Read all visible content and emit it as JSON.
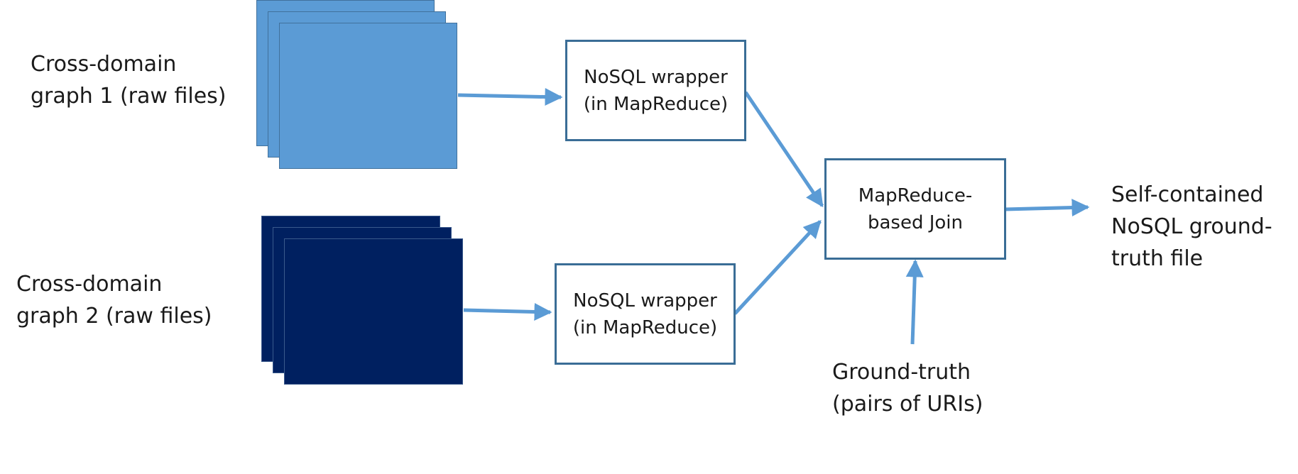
{
  "diagram": {
    "sources": [
      {
        "lines": [
          "Cross-domain",
          "graph 1 (raw files)"
        ]
      },
      {
        "lines": [
          "Cross-domain",
          "graph 2 (raw files)"
        ]
      }
    ],
    "wrappers": [
      {
        "lines": [
          "NoSQL wrapper",
          "(in MapReduce)"
        ]
      },
      {
        "lines": [
          "NoSQL wrapper",
          "(in MapReduce)"
        ]
      }
    ],
    "join": {
      "lines": [
        "MapReduce-",
        "based Join"
      ]
    },
    "ground_truth": {
      "lines": [
        "Ground-truth",
        "(pairs of URIs)"
      ]
    },
    "output": {
      "lines": [
        "Self-contained",
        "NoSQL ground-",
        "truth file"
      ]
    }
  },
  "colors": {
    "arrow": "#5b9bd5",
    "box_border": "#3a6d96",
    "stack_light": "#5b9bd5",
    "stack_dark": "#002060"
  }
}
